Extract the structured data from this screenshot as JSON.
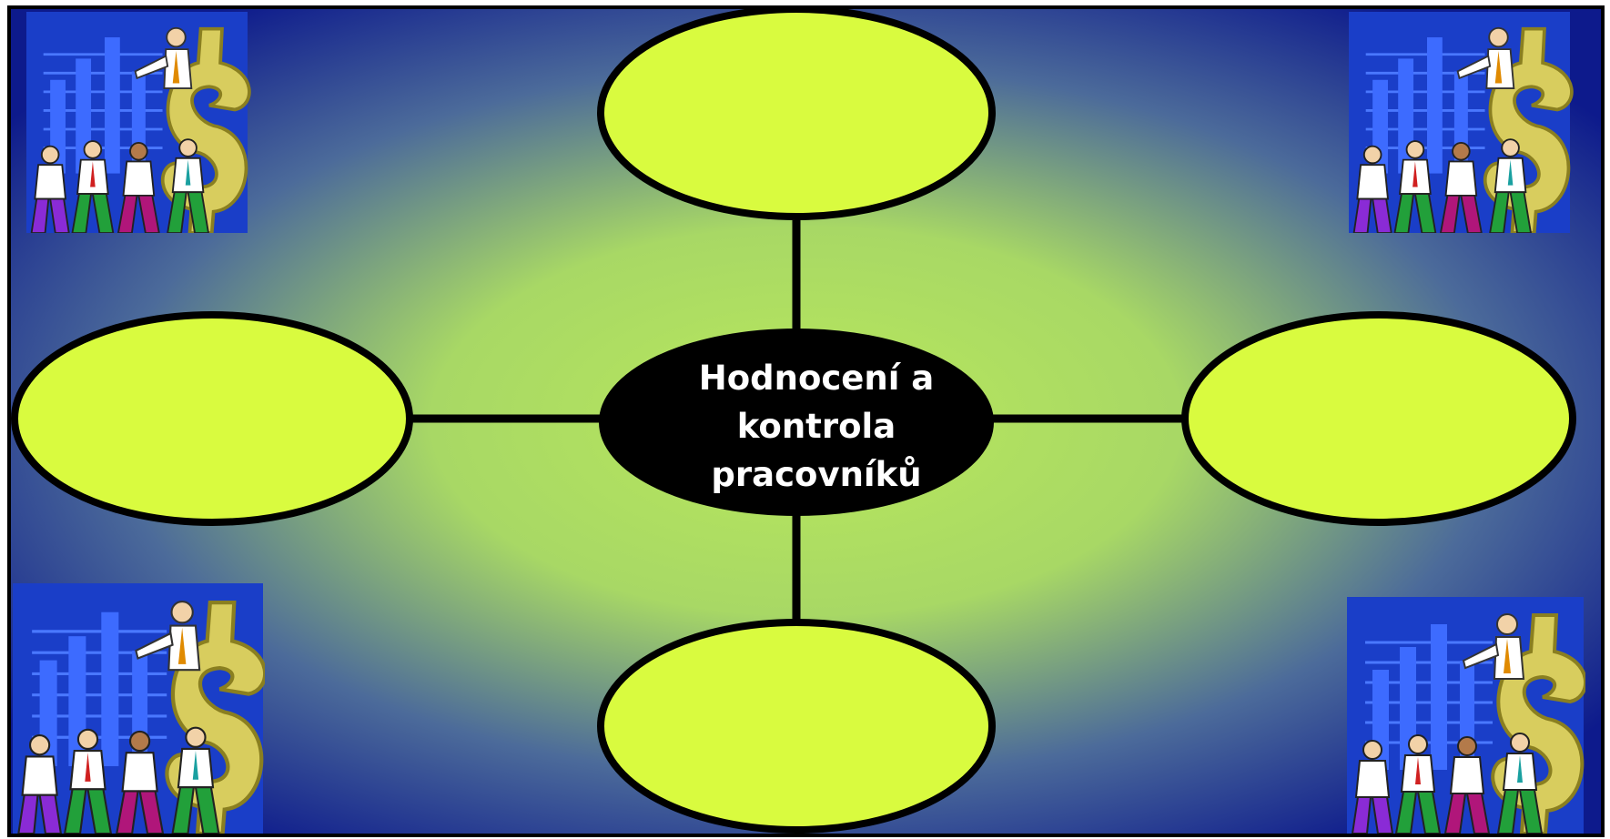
{
  "center": {
    "lines": [
      "Hodnocení a",
      "kontrola",
      "pracovníků"
    ]
  },
  "satellites": [
    {
      "position": "top",
      "label": ""
    },
    {
      "position": "left",
      "label": ""
    },
    {
      "position": "right",
      "label": ""
    },
    {
      "position": "bottom",
      "label": ""
    }
  ],
  "colors": {
    "frame": "#000000",
    "center_fill": "#000000",
    "center_text": "#ffffff",
    "satellite_fill": "#d9fb3f",
    "background_center": "#b8e85c",
    "background_edge": "#0d1a8c",
    "clipart_bg": "#1a3ec8",
    "dollar_sign": "#d8cd5e"
  },
  "decorations": {
    "clipart": [
      "business-team-dollar-clipart-top-left",
      "business-team-dollar-clipart-top-right",
      "business-team-dollar-clipart-bottom-left",
      "business-team-dollar-clipart-bottom-right"
    ]
  }
}
